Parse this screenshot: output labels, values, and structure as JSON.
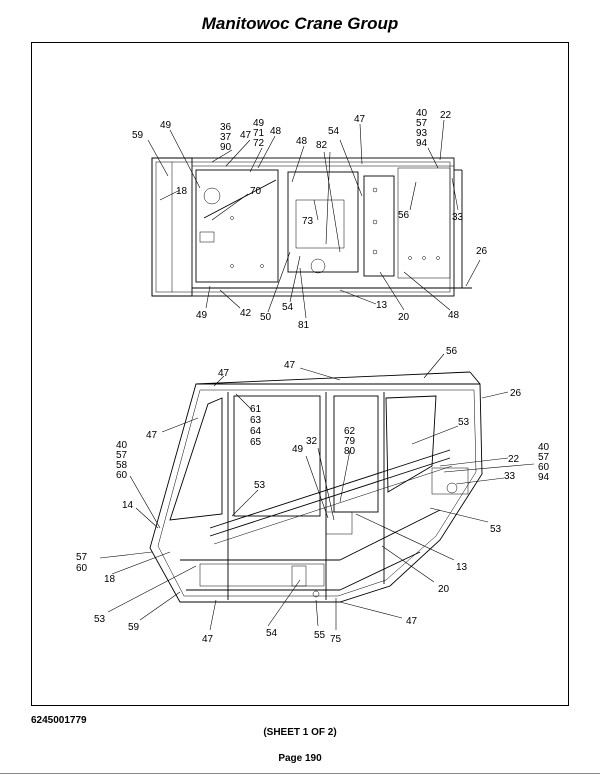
{
  "header": {
    "title": "Manitowoc Crane Group"
  },
  "footer": {
    "doc_number": "6245001779",
    "sheet": "(SHEET 1 OF 2)",
    "page": "Page 190"
  },
  "top_view_callouts": [
    "59",
    "49",
    "36",
    "37",
    "90",
    "47",
    "49",
    "71",
    "72",
    "48",
    "48",
    "82",
    "54",
    "47",
    "40",
    "57",
    "93",
    "94",
    "22",
    "18",
    "70",
    "73",
    "56",
    "33",
    "26",
    "49",
    "42",
    "50",
    "54",
    "81",
    "13",
    "20",
    "48"
  ],
  "side_view_callouts": [
    "47",
    "47",
    "56",
    "26",
    "47",
    "61",
    "63",
    "64",
    "65",
    "53",
    "40",
    "57",
    "58",
    "60",
    "49",
    "32",
    "62",
    "79",
    "80",
    "40",
    "57",
    "60",
    "94",
    "22",
    "33",
    "53",
    "14",
    "57",
    "60",
    "18",
    "53",
    "59",
    "47",
    "54",
    "55",
    "75",
    "47",
    "13",
    "20",
    "53"
  ]
}
